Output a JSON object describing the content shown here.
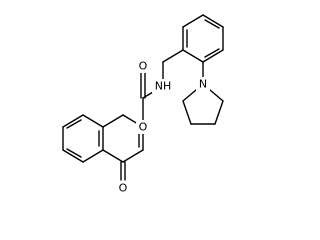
{
  "structure": {
    "atom_labels": {
      "amide_oxygen": "O",
      "amide_nitrogen": "NH",
      "ring_oxygen": "O",
      "ketone_oxygen": "O",
      "pyrrolidine_nitrogen": "N"
    }
  }
}
